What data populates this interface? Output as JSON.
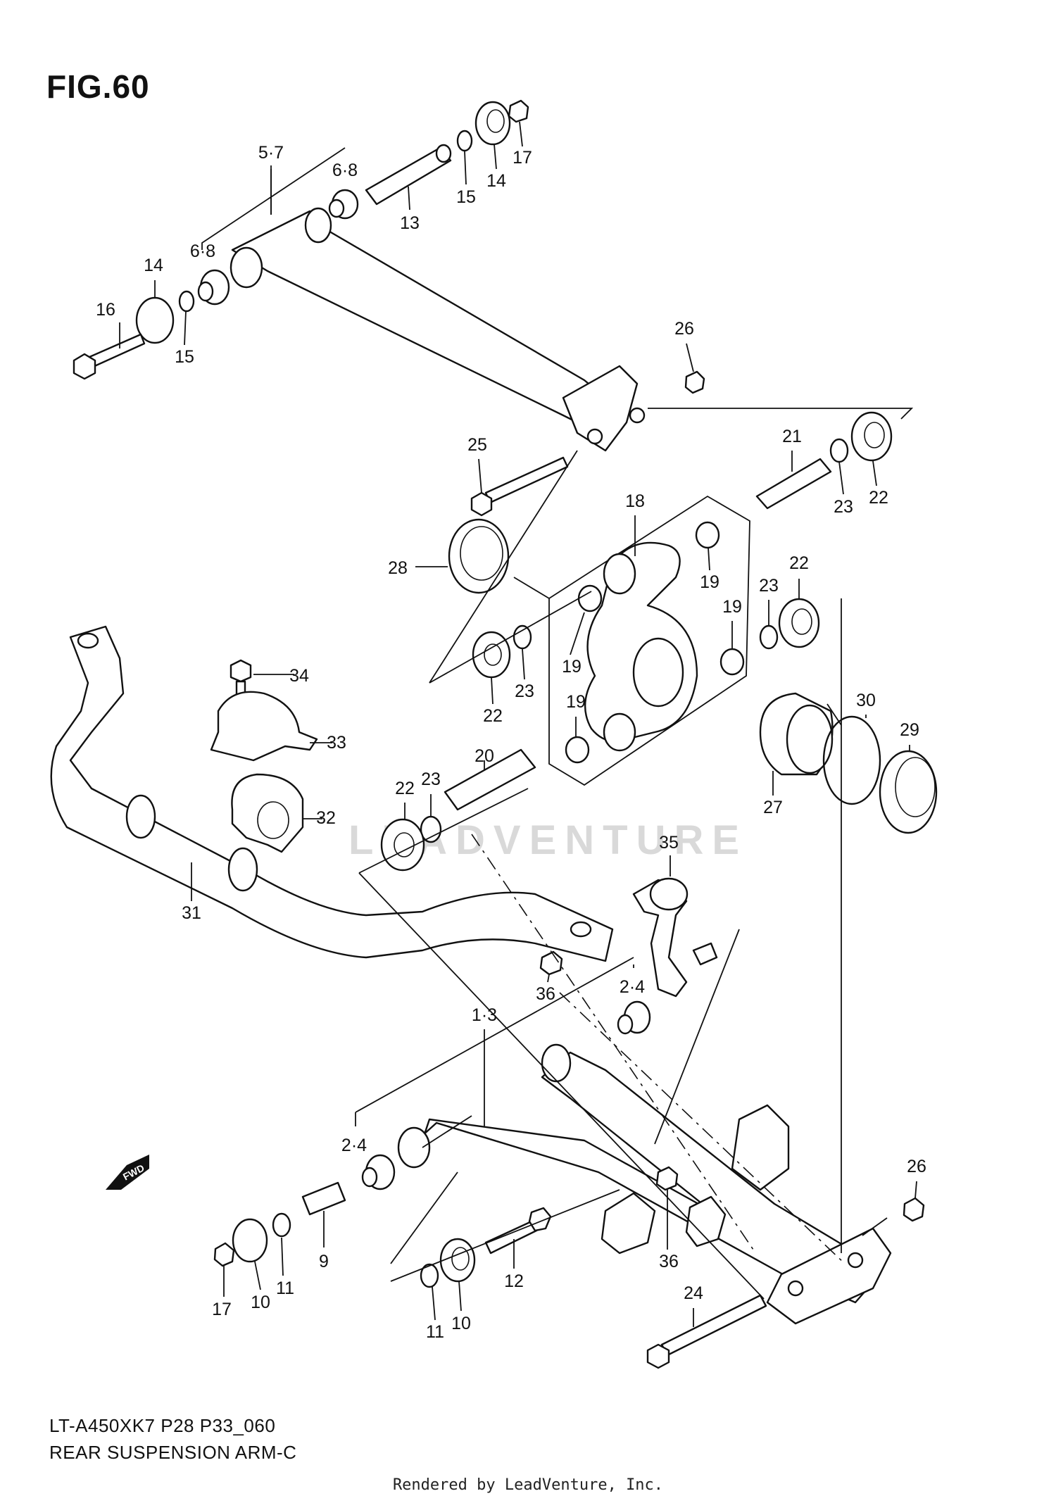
{
  "figure": {
    "title": "FIG.60",
    "model_code": "LT-A450XK7 P28 P33_060",
    "section_name": "REAR SUSPENSION ARM-C"
  },
  "footer": {
    "rendered_by": "Rendered by LeadVenture, Inc."
  },
  "watermark": "LEADVENTURE",
  "fwd_badge": "FWD",
  "callouts": [
    {
      "id": "c-5-7",
      "label": "5·7"
    },
    {
      "id": "c-6-8a",
      "label": "6·8"
    },
    {
      "id": "c-6-8b",
      "label": "6·8"
    },
    {
      "id": "c-13",
      "label": "13"
    },
    {
      "id": "c-15a",
      "label": "15"
    },
    {
      "id": "c-14a",
      "label": "14"
    },
    {
      "id": "c-17a",
      "label": "17"
    },
    {
      "id": "c-14b",
      "label": "14"
    },
    {
      "id": "c-16",
      "label": "16"
    },
    {
      "id": "c-15b",
      "label": "15"
    },
    {
      "id": "c-26a",
      "label": "26"
    },
    {
      "id": "c-25",
      "label": "25"
    },
    {
      "id": "c-21",
      "label": "21"
    },
    {
      "id": "c-23a",
      "label": "23"
    },
    {
      "id": "c-22a",
      "label": "22"
    },
    {
      "id": "c-18",
      "label": "18"
    },
    {
      "id": "c-28",
      "label": "28"
    },
    {
      "id": "c-19a",
      "label": "19"
    },
    {
      "id": "c-22b",
      "label": "22"
    },
    {
      "id": "c-23b",
      "label": "23"
    },
    {
      "id": "c-19b",
      "label": "19"
    },
    {
      "id": "c-19c",
      "label": "19"
    },
    {
      "id": "c-23c",
      "label": "23"
    },
    {
      "id": "c-22c",
      "label": "22"
    },
    {
      "id": "c-34",
      "label": "34"
    },
    {
      "id": "c-33",
      "label": "33"
    },
    {
      "id": "c-19d",
      "label": "19"
    },
    {
      "id": "c-30",
      "label": "30"
    },
    {
      "id": "c-29",
      "label": "29"
    },
    {
      "id": "c-20",
      "label": "20"
    },
    {
      "id": "c-22d",
      "label": "22"
    },
    {
      "id": "c-23d",
      "label": "23"
    },
    {
      "id": "c-32",
      "label": "32"
    },
    {
      "id": "c-27",
      "label": "27"
    },
    {
      "id": "c-35",
      "label": "35"
    },
    {
      "id": "c-31",
      "label": "31"
    },
    {
      "id": "c-36a",
      "label": "36"
    },
    {
      "id": "c-2-4a",
      "label": "2·4"
    },
    {
      "id": "c-1-3",
      "label": "1·3"
    },
    {
      "id": "c-2-4b",
      "label": "2·4"
    },
    {
      "id": "c-26b",
      "label": "26"
    },
    {
      "id": "c-36b",
      "label": "36"
    },
    {
      "id": "c-9",
      "label": "9"
    },
    {
      "id": "c-11a",
      "label": "11"
    },
    {
      "id": "c-12",
      "label": "12"
    },
    {
      "id": "c-17b",
      "label": "17"
    },
    {
      "id": "c-10a",
      "label": "10"
    },
    {
      "id": "c-24",
      "label": "24"
    },
    {
      "id": "c-11b",
      "label": "11"
    },
    {
      "id": "c-10b",
      "label": "10"
    }
  ]
}
